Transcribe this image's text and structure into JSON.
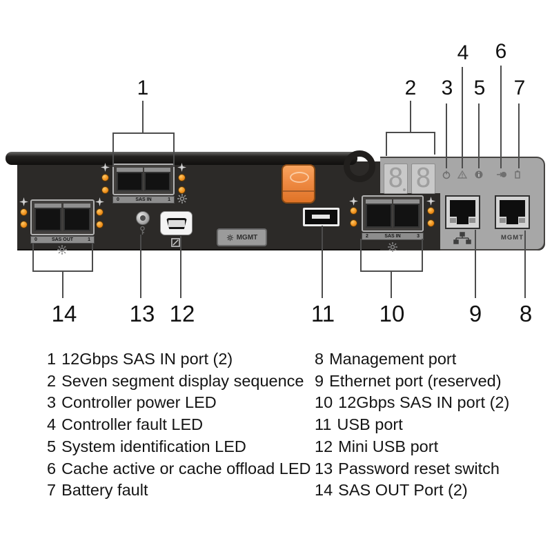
{
  "callouts": {
    "n1": "1",
    "n2": "2",
    "n3": "3",
    "n4": "4",
    "n5": "5",
    "n6": "6",
    "n7": "7",
    "n8": "8",
    "n9": "9",
    "n10": "10",
    "n11": "11",
    "n12": "12",
    "n13": "13",
    "n14": "14"
  },
  "panel": {
    "sas_in_top": {
      "port_left": "0",
      "label": "SAS IN",
      "port_right": "1"
    },
    "sas_in_mid": {
      "port_left": "2",
      "label": "SAS IN",
      "port_right": "3"
    },
    "sas_out": {
      "port_left": "0",
      "label": "SAS OUT",
      "port_right": "1"
    },
    "display": {
      "digit": "8"
    },
    "mgmt_badge_label": "MGMT",
    "mgmt_port_label": "MGMT"
  },
  "legend": {
    "left": [
      {
        "num": "1",
        "label": "12Gbps SAS IN port (2)"
      },
      {
        "num": "2",
        "label": "Seven segment display sequence"
      },
      {
        "num": "3",
        "label": "Controller power LED"
      },
      {
        "num": "4",
        "label": "Controller fault LED"
      },
      {
        "num": "5",
        "label": "System identification LED"
      },
      {
        "num": "6",
        "label": "Cache active or cache offload LED"
      },
      {
        "num": "7",
        "label": "Battery fault"
      }
    ],
    "right": [
      {
        "num": "8",
        "label": "Management port"
      },
      {
        "num": "9",
        "label": "Ethernet port (reserved)"
      },
      {
        "num": "10",
        "label": "12Gbps SAS IN port (2)"
      },
      {
        "num": "11",
        "label": "USB port"
      },
      {
        "num": "12",
        "label": "Mini USB port"
      },
      {
        "num": "13",
        "label": "Password reset switch"
      },
      {
        "num": "14",
        "label": "SAS OUT Port (2)"
      }
    ]
  },
  "colors": {
    "panel_dark": "#2c2a28",
    "panel_gray": "#a7a7a7",
    "led_orange": "#ef8d18",
    "latch_orange": "#ef8a43",
    "callout_line": "#4c4c4c"
  },
  "icons": {
    "power-led-icon": "power symbol",
    "fault-led-icon": "warning triangle",
    "identification-led-icon": "letter i in circle",
    "cache-led-icon": "arrow into circle",
    "battery-led-icon": "battery outline",
    "network-icon": "three connected nodes",
    "gear-icon": "gear",
    "sas-beacon-icon": "starburst",
    "sparkle-icon": "four point star",
    "console-icon": "square with diagonal",
    "key-icon": "key"
  }
}
